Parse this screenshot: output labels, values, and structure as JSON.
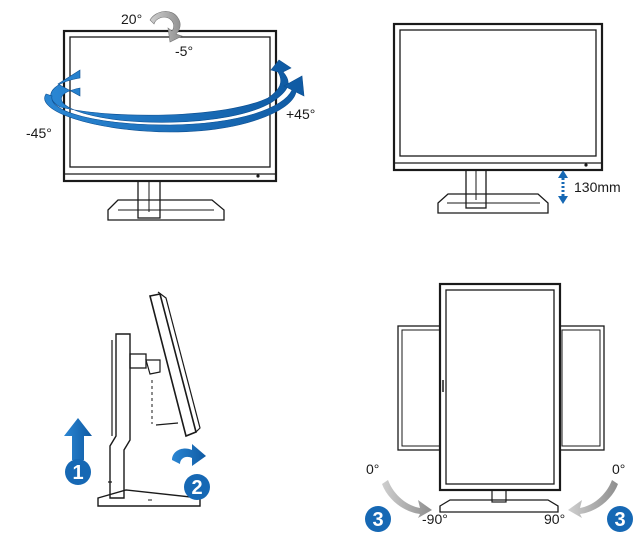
{
  "colors": {
    "accent_blue": "#1668b4",
    "line": "#1a1a1a"
  },
  "tilt": {
    "up_label": "20°",
    "down_label": "-5°"
  },
  "swivel": {
    "left_label": "-45°",
    "right_label": "+45°"
  },
  "height_adjust": {
    "label": "130mm"
  },
  "pivot_steps": {
    "step1": "1",
    "step2": "2",
    "step3": "3"
  },
  "rotation": {
    "left_start": "0°",
    "left_end": "-90°",
    "right_start": "0°",
    "right_end": "90°"
  },
  "icons": [
    "tilt-arrow-icon",
    "swivel-arrow-icon",
    "height-arrow-icon",
    "up-arrow-icon",
    "curved-arrow-icon",
    "rotate-arrow-icon"
  ]
}
